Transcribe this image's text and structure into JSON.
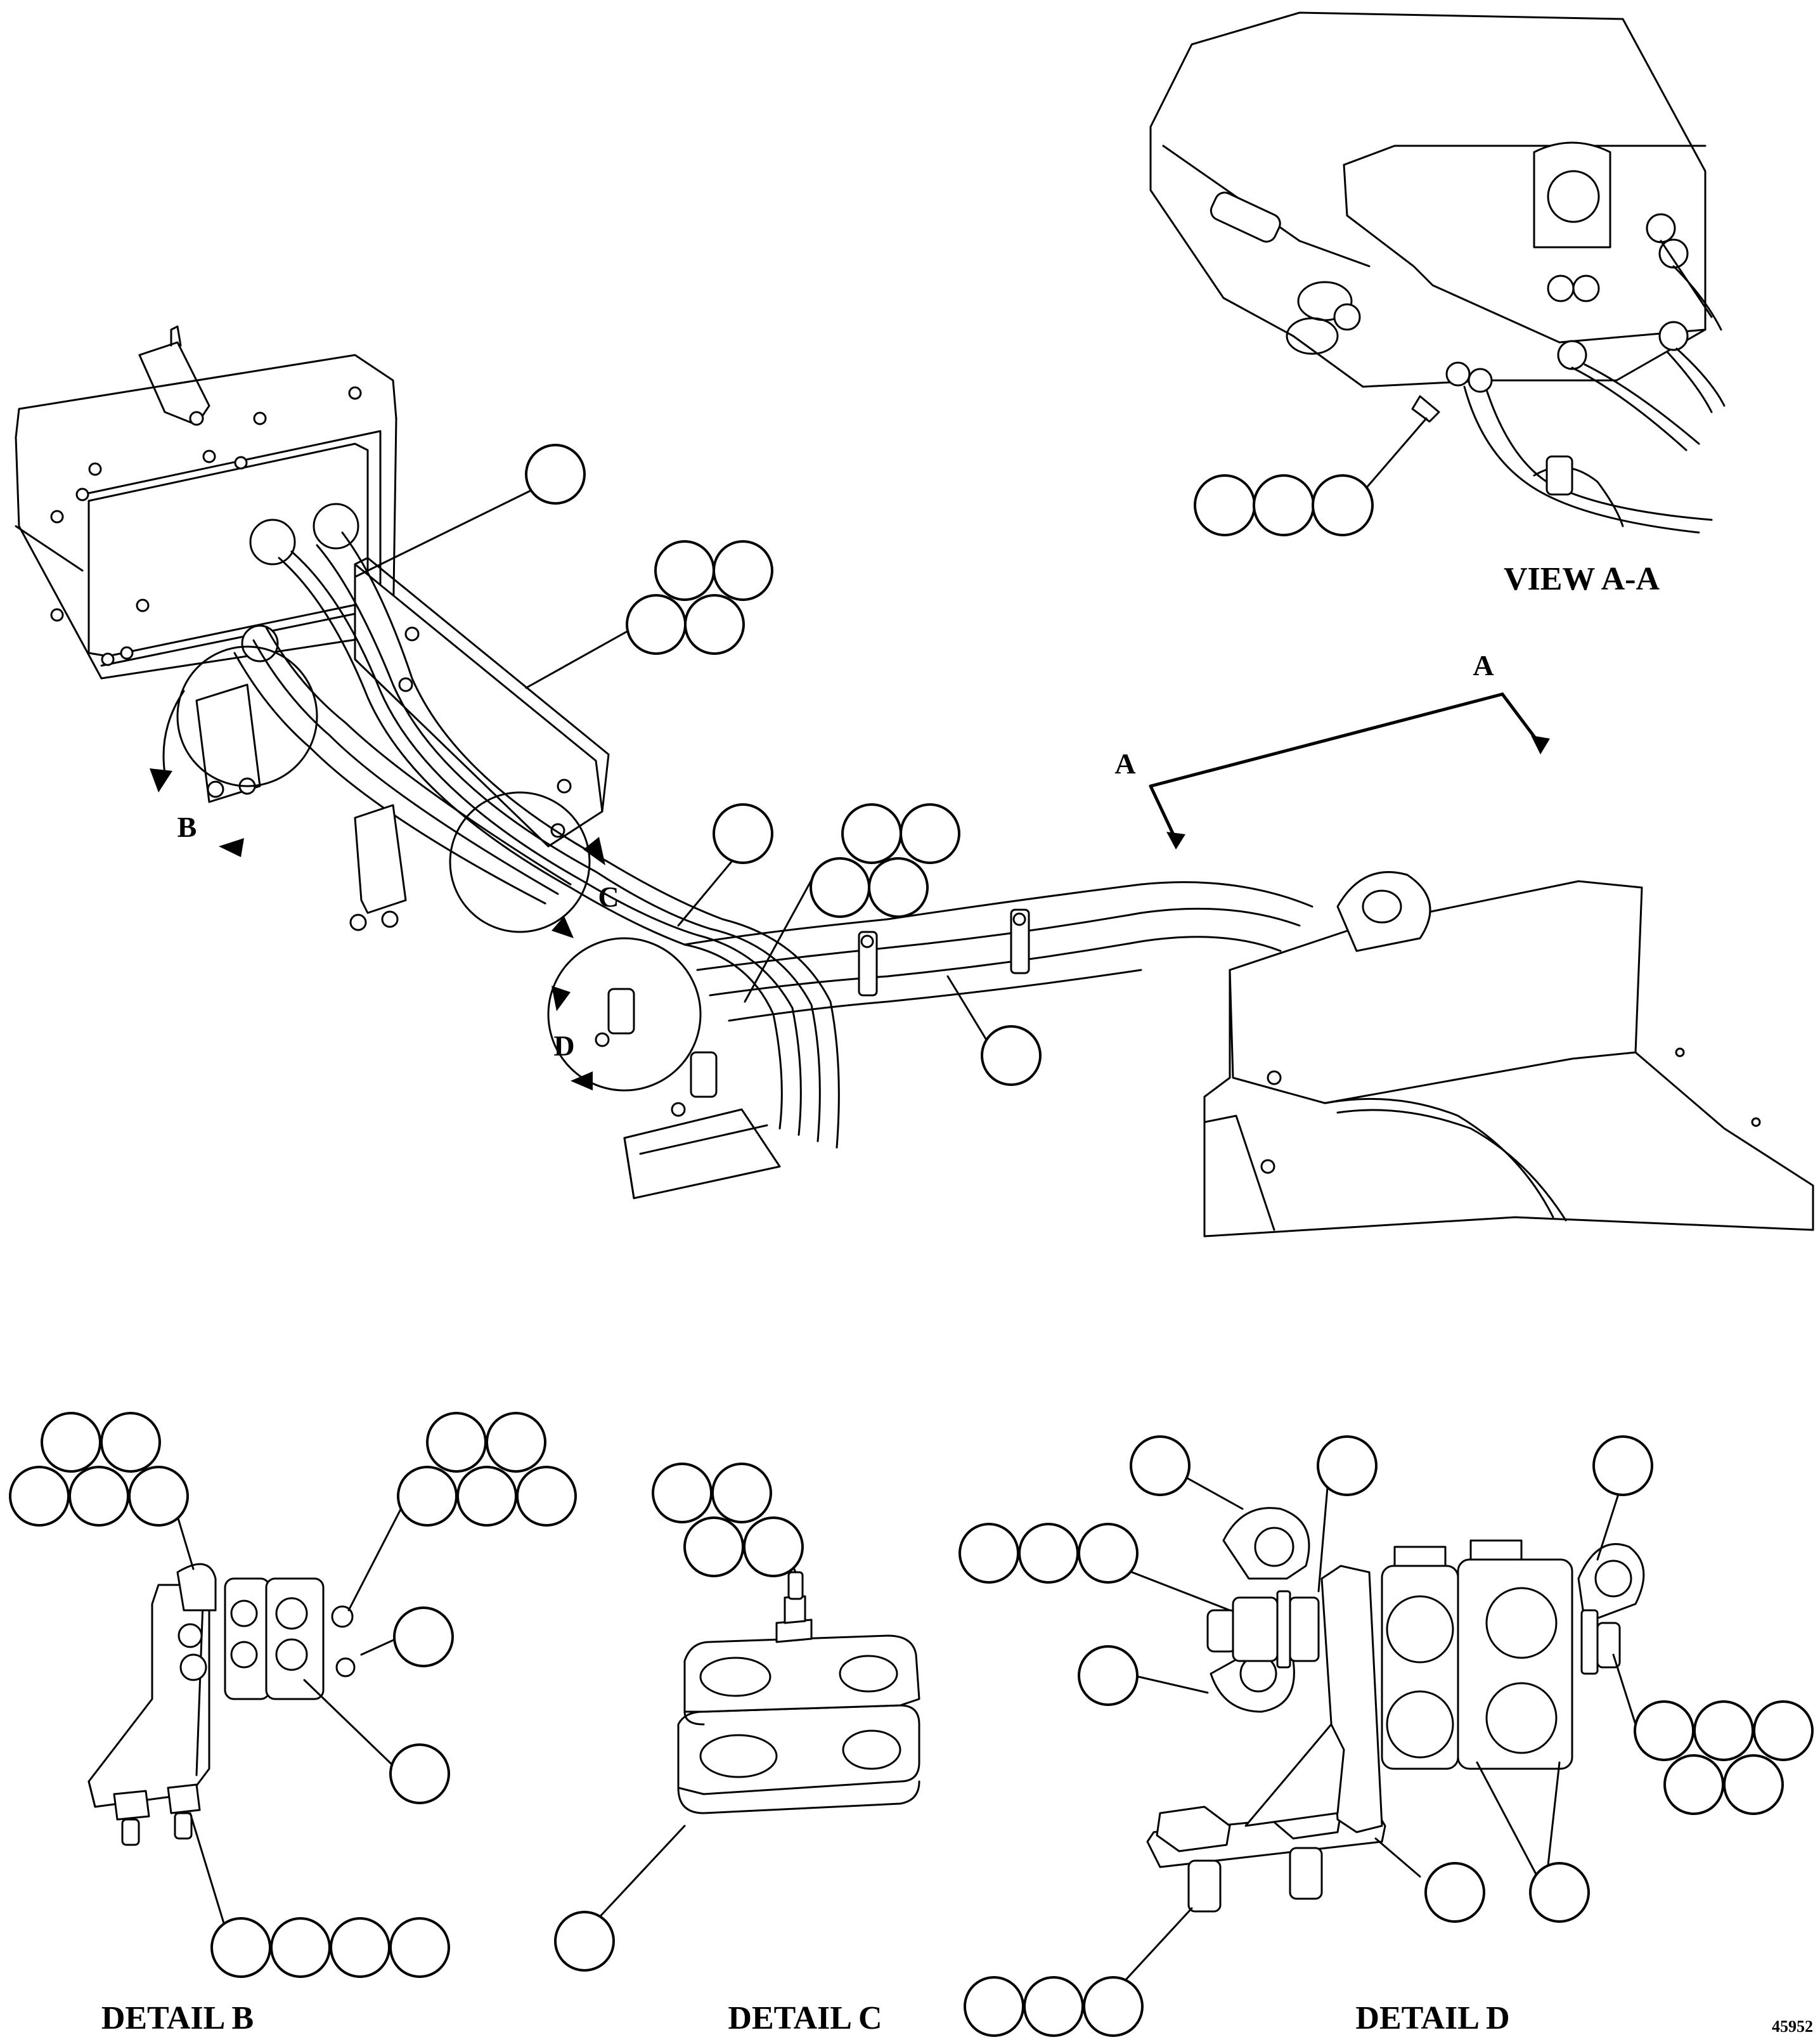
{
  "labels": {
    "view_aa": "VIEW A-A",
    "detail_b": "DETAIL B",
    "detail_c": "DETAIL C",
    "detail_d": "DETAIL D",
    "ref_number": "45952"
  },
  "markers": {
    "section_a": "A",
    "detail_b": "B",
    "detail_c": "C",
    "detail_d": "D"
  }
}
